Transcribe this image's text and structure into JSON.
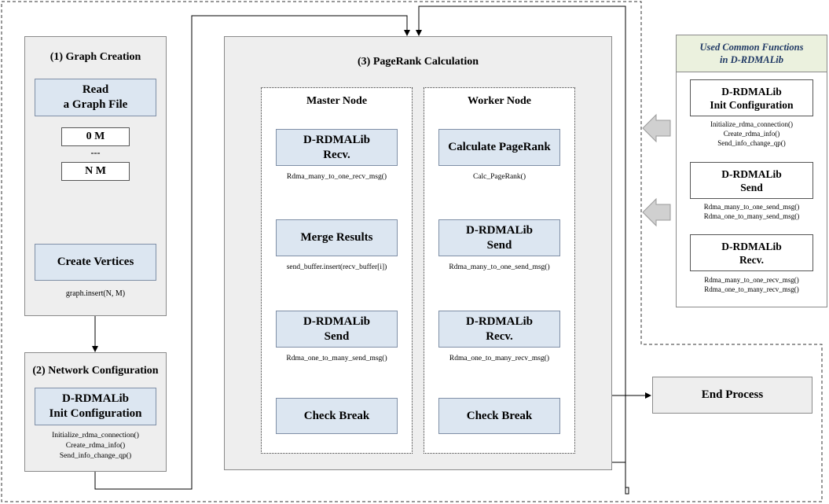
{
  "graph_creation": {
    "title": "(1) Graph Creation",
    "read_file_line1": "Read",
    "read_file_line2": "a Graph File",
    "row_first": "0 M",
    "row_ellipsis": "---",
    "row_last": "N M",
    "create_vertices": "Create Vertices",
    "create_vertices_fn": "graph.insert(N, M)"
  },
  "network_config": {
    "title": "(2) Network Configuration",
    "init_line1": "D-RDMALib",
    "init_line2": "Init Configuration",
    "fns": [
      "Initialize_rdma_connection()",
      "Create_rdma_info()",
      "Send_info_change_qp()"
    ]
  },
  "pagerank": {
    "title": "(3) PageRank Calculation",
    "master": {
      "title": "Master Node",
      "recv_line1": "D-RDMALib",
      "recv_line2": "Recv.",
      "recv_fn": "Rdma_many_to_one_recv_msg()",
      "merge": "Merge Results",
      "merge_fn": "send_buffer.insert(recv_buffer[i])",
      "send_line1": "D-RDMALib",
      "send_line2": "Send",
      "send_fn": "Rdma_one_to_many_send_msg()",
      "check": "Check Break"
    },
    "worker": {
      "title": "Worker Node",
      "calc": "Calculate PageRank",
      "calc_fn": "Calc_PageRank()",
      "send_line1": "D-RDMALib",
      "send_line2": "Send",
      "send_fn": "Rdma_many_to_one_send_msg()",
      "recv_line1": "D-RDMALib",
      "recv_line2": "Recv.",
      "recv_fn": "Rdma_one_to_many_recv_msg()",
      "check": "Check Break"
    }
  },
  "common_functions": {
    "header_line1": "Used Common Functions",
    "header_line2": "in D-RDMALib",
    "init": {
      "line1": "D-RDMALib",
      "line2": "Init Configuration",
      "fns": [
        "Initialize_rdma_connection()",
        "Create_rdma_info()",
        "Send_info_change_qp()"
      ]
    },
    "send": {
      "line1": "D-RDMALib",
      "line2": "Send",
      "fns": [
        "Rdma_many_to_one_send_msg()",
        "Rdma_one_to_many_send_msg()"
      ]
    },
    "recv": {
      "line1": "D-RDMALib",
      "line2": "Recv.",
      "fns": [
        "Rdma_many_to_one_recv_msg()",
        "Rdma_one_to_many_recv_msg()"
      ]
    }
  },
  "end_process": "End Process",
  "colors": {
    "panel_bg": "#eeeeee",
    "node_bg": "#dce6f1",
    "header_bg": "#ebf1de",
    "header_text": "#1f3864"
  }
}
